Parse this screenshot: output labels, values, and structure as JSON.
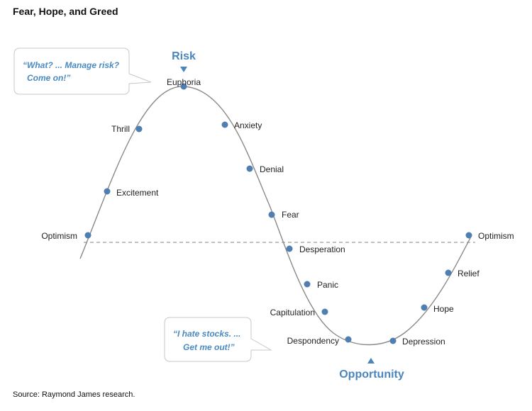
{
  "title": "Fear, Hope, and Greed",
  "source": "Source:  Raymond James research.",
  "markers": {
    "risk": "Risk",
    "opportunity": "Opportunity"
  },
  "callouts": {
    "top": [
      "“What? ... Manage risk?",
      "Come on!”"
    ],
    "bottom": [
      "“I hate stocks. ...",
      "Get me out!”"
    ]
  },
  "stages": [
    {
      "label": "Optimism"
    },
    {
      "label": "Excitement"
    },
    {
      "label": "Thrill"
    },
    {
      "label": "Euphoria"
    },
    {
      "label": "Anxiety"
    },
    {
      "label": "Denial"
    },
    {
      "label": "Fear"
    },
    {
      "label": "Desperation"
    },
    {
      "label": "Panic"
    },
    {
      "label": "Capitulation"
    },
    {
      "label": "Despondency"
    },
    {
      "label": "Depression"
    },
    {
      "label": "Hope"
    },
    {
      "label": "Relief"
    },
    {
      "label": "Optimism"
    }
  ],
  "colors": {
    "dot": "#4f7fb0",
    "curve": "#8a8a8a",
    "accent": "#4a86bd"
  }
}
